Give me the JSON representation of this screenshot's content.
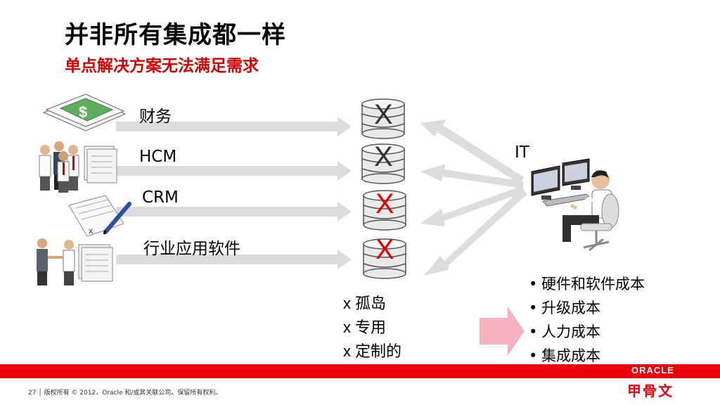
{
  "title": "并非所有集成都一样",
  "subtitle": "单点解决方案无法满足需求",
  "sources": [
    {
      "label": "财务",
      "icon": "money-document-icon"
    },
    {
      "label": "HCM",
      "icon": "people-documents-icon"
    },
    {
      "label": "CRM",
      "icon": "contract-pen-icon"
    },
    {
      "label": "行业应用软件",
      "icon": "handshake-documents-icon"
    }
  ],
  "x_marks": [
    {
      "text": "X",
      "color": "#333333"
    },
    {
      "text": "X",
      "color": "#333333"
    },
    {
      "text": "X",
      "color": "#e00000"
    },
    {
      "text": "X",
      "color": "#e00000"
    }
  ],
  "it_label": "IT",
  "notes": [
    {
      "mark": "x",
      "text": "孤岛"
    },
    {
      "mark": "x",
      "text": "专用"
    },
    {
      "mark": "x",
      "text": "定制的"
    }
  ],
  "costs": [
    "硬件和软件成本",
    "升级成本",
    "人力成本",
    "集成成本"
  ],
  "bullet": "•",
  "footer": "27 │ 版权所有 © 2012，Oracle 和/或其关联公司。保留所有权利。",
  "brand": {
    "name": "ORACLE",
    "cn_name": "甲骨文"
  },
  "colors": {
    "accent_red": "#e8000d",
    "arrow_gray": "#dddddd"
  }
}
